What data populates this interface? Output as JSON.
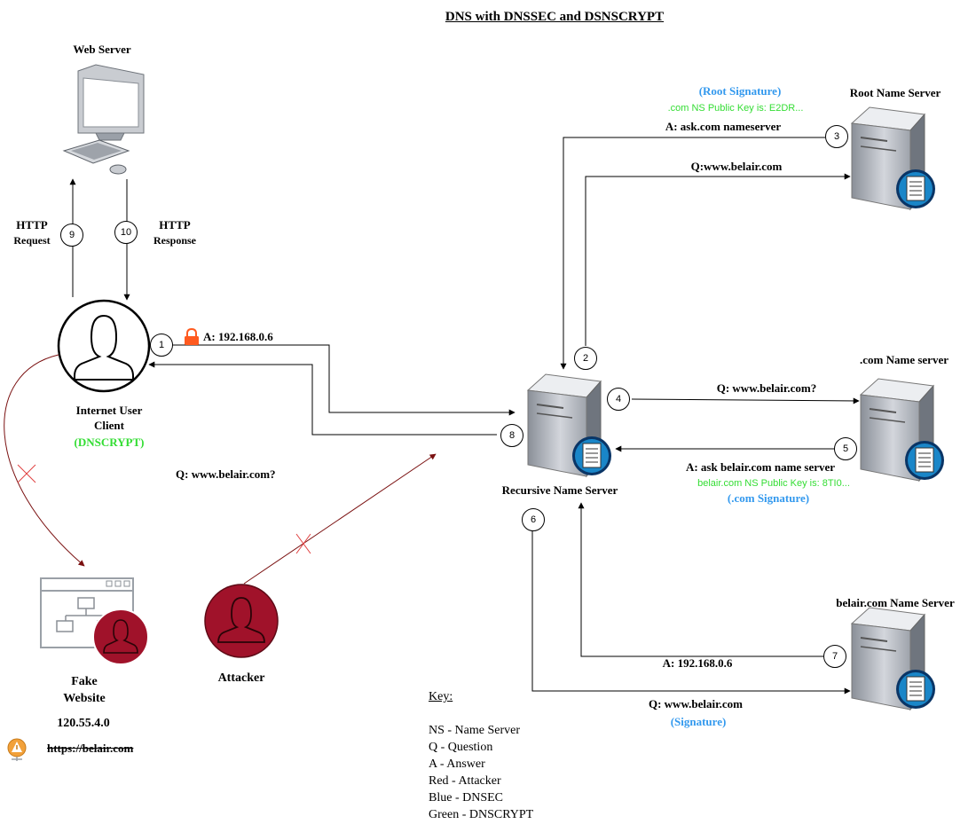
{
  "title": "DNS with DNSSEC and  DSNSCRYPT",
  "nodes": {
    "web_server": "Web Server",
    "root_ns": "Root Name Server",
    "com_ns": ".com Name server",
    "belair_ns": "belair.com Name Server",
    "recursive_ns": "Recursive Name Server",
    "client_line1": "Internet User",
    "client_line2": "Client",
    "client_tag": "(DNSCRYPT)",
    "fake_line1": "Fake",
    "fake_line2": "Website",
    "fake_ip": "120.55.4.0",
    "fake_url": "https://belair.com",
    "attacker": "Attacker"
  },
  "edges": {
    "http_request_1": "HTTP",
    "http_request_2": "Request",
    "http_response_1": "HTTP",
    "http_response_2": "Response",
    "client_answer": "A:  192.168.0.6",
    "client_question": "Q: www.belair.com?",
    "root_answer": "A: ask.com nameserver",
    "root_question": "Q:www.belair.com",
    "root_signature": "(Root Signature)",
    "root_key": ".com NS Public Key is: E2DR...",
    "com_question": "Q: www.belair.com?",
    "com_answer": "A: ask belair.com name server",
    "com_key": "belair.com NS Public Key is: 8TI0...",
    "com_signature": "(.com Signature)",
    "belair_answer": "A:  192.168.0.6",
    "belair_question": "Q: www.belair.com",
    "belair_signature": "(Signature)"
  },
  "steps": [
    "1",
    "2",
    "3",
    "4",
    "5",
    "6",
    "7",
    "8",
    "9",
    "10"
  ],
  "key": {
    "heading": "Key:",
    "items": [
      "NS - Name Server",
      "Q - Question",
      "A - Answer",
      "Red - Attacker",
      "Blue - DNSEC",
      "Green - DNSCRYPT"
    ]
  },
  "colors": {
    "attack": "#7a1010",
    "dnscrypt": "#33dd33",
    "dnssec": "#3399ee",
    "lock": "#ff5a1f"
  }
}
